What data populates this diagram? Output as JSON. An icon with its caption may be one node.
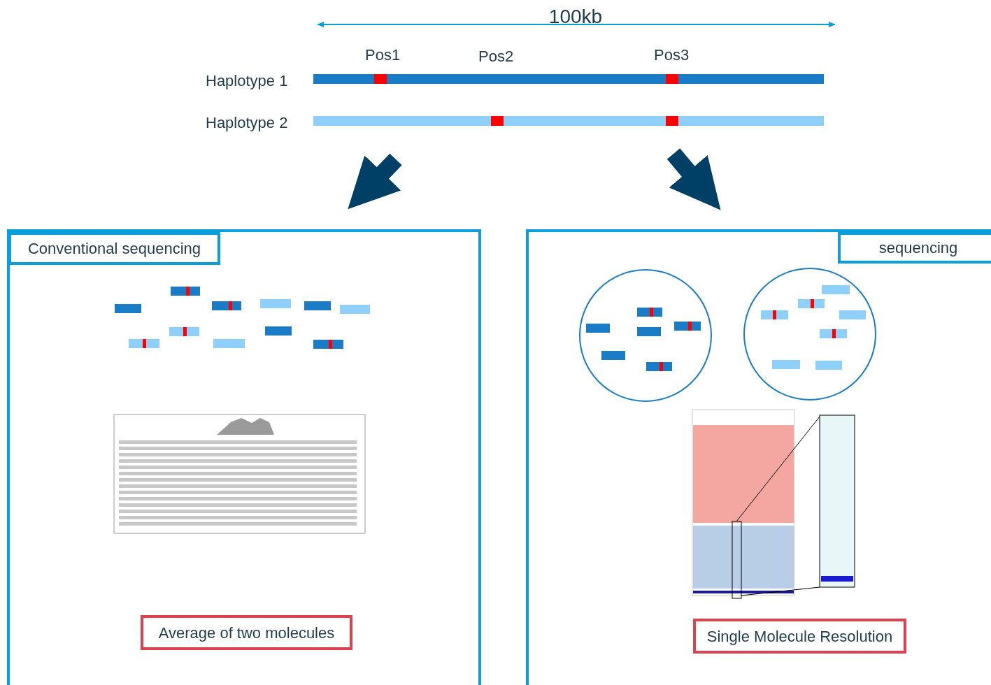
{
  "diagram": {
    "nodes": [
      {
        "text": [],
        "shape": "box"
      },
      {
        "text": [
          "Conventional sequencing"
        ],
        "in": 0
      },
      {
        "text": [
          "Average of two molecules"
        ],
        "in": 0
      },
      {
        "text": [],
        "shape": "box"
      },
      {
        "text": [
          "sequencing"
        ],
        "in": 3
      },
      {
        "text": [],
        "shape": "circle",
        "in": 3
      },
      {
        "text": [],
        "shape": "circle",
        "in": 3
      },
      {
        "text": [
          "Single Molecule Resolution"
        ],
        "in": 3
      }
    ],
    "edges": [
      {
        "from": null,
        "to": 0,
        "arrow": "to"
      },
      {
        "from": null,
        "to": 3,
        "arrow": "to"
      }
    ],
    "labels": [
      "100kb",
      "Pos1",
      "Pos2",
      "Pos3",
      "Haplotype 1",
      "Haplotype 2"
    ]
  }
}
